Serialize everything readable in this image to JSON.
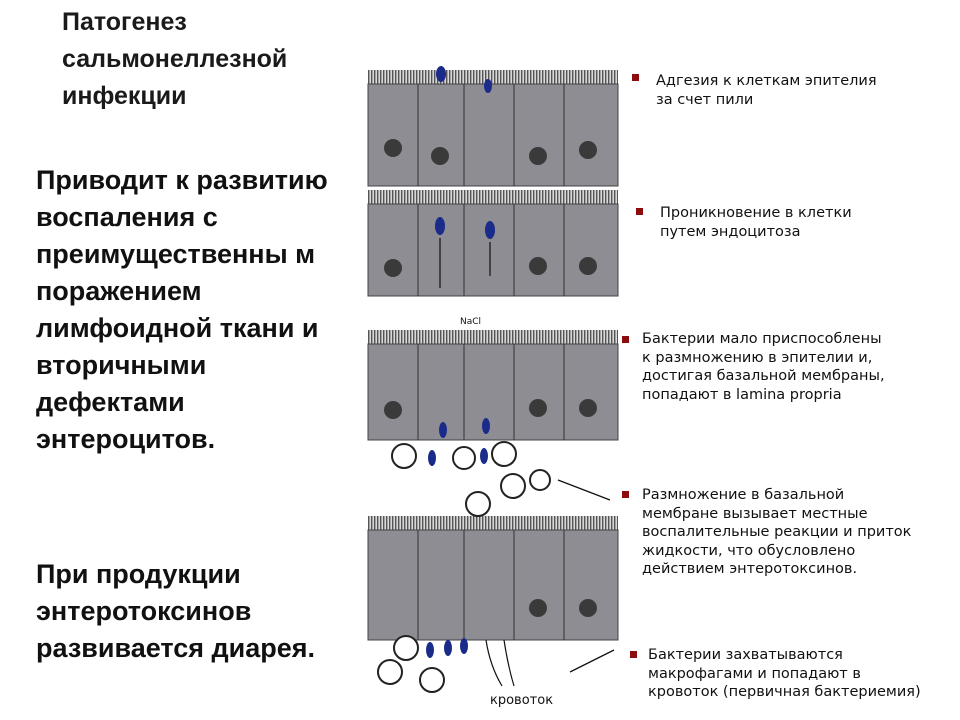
{
  "slide": {
    "title": "Патогенез\nсальмонеллезной\nинфекции",
    "paragraph1": "Приводит к развитию воспаления с преимущественны м поражением лимфоидной ткани и вторичными дефектами энтероцитов.",
    "paragraph2": "При продукции энтеротоксинов развивается диарея."
  },
  "figure": {
    "nacl_label": "NaCl",
    "blood_label": "кровоток",
    "stages": [
      {
        "text": "Адгезия к клеткам эпителия\nза счет пили"
      },
      {
        "text": "Проникновение в клетки\nпутем эндоцитоза"
      },
      {
        "text": "Бактерии мало приспособлены\nк размножению в эпителии и,\nдостигая базальной мембраны,\nпопадают в lamina propria"
      },
      {
        "text": "Размножение в базальной\nмембране вызывает местные\nвоспалительные реакции и приток\nжидкости, что обусловлено\nдействием энтеротоксинов."
      },
      {
        "text": "Бактерии захватываются\nмакрофагами и попадают в\nкровоток (первичная бактериемия)"
      }
    ]
  },
  "colors": {
    "cell": "#8d8d93",
    "nucleus": "#3a3a3a",
    "bacterium": "#1a2b8a",
    "bullet": "#8b0d0d"
  }
}
